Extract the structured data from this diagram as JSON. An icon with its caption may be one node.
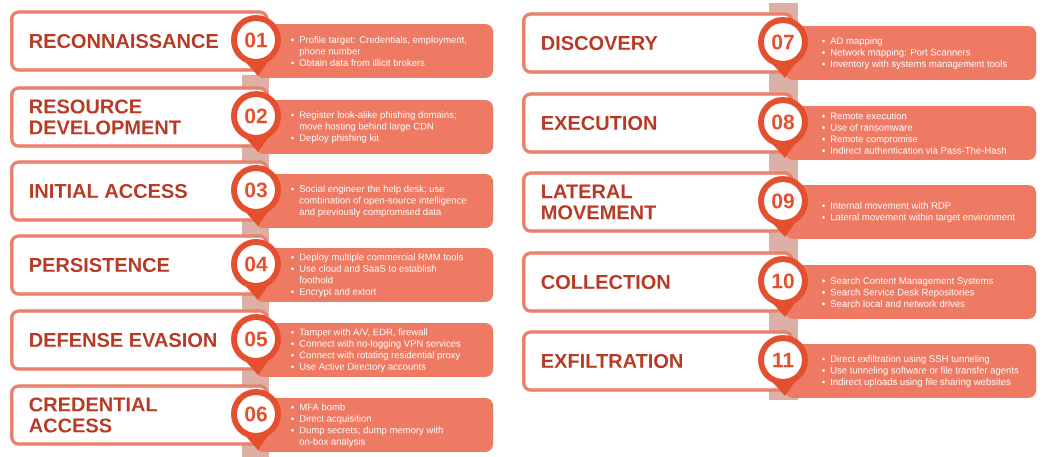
{
  "diagram": {
    "nodes": [
      {
        "text": [
          "RECONNAISSANCE"
        ]
      },
      {
        "text": [
          "01"
        ]
      },
      {
        "text": [
          "Profile target: Credentials, employment, phone number",
          "Obtain data from illicit brokers"
        ]
      },
      {
        "text": [
          "RESOURCE DEVELOPMENT"
        ]
      },
      {
        "text": [
          "02"
        ]
      },
      {
        "text": [
          "Register look-alike phishing domains; move hosting behind large CDN",
          "Deploy phishing kit"
        ]
      },
      {
        "text": [
          "INITIAL ACCESS"
        ]
      },
      {
        "text": [
          "03"
        ]
      },
      {
        "text": [
          "Social engineer the help desk; use combination of open-source intelligence and previously compromised data"
        ]
      },
      {
        "text": [
          "PERSISTENCE"
        ]
      },
      {
        "text": [
          "04"
        ]
      },
      {
        "text": [
          "Deploy multiple commercial RMM tools",
          "Use cloud and SaaS to establish foothold",
          "Encrypt and extort"
        ]
      },
      {
        "text": [
          "DEFENSE EVASION"
        ]
      },
      {
        "text": [
          "05"
        ]
      },
      {
        "text": [
          "Tamper with A/V, EDR, firewall",
          "Connect with no-logging VPN services",
          "Connect with rotating residential proxy",
          "Use Active Directory accounts"
        ]
      },
      {
        "text": [
          "CREDENTIAL ACCESS"
        ]
      },
      {
        "text": [
          "06"
        ]
      },
      {
        "text": [
          "MFA bomb",
          "Direct acquisition",
          "Dump secrets; dump memory with on-box analysis"
        ]
      },
      {
        "text": [
          "DISCOVERY"
        ]
      },
      {
        "text": [
          "07"
        ]
      },
      {
        "text": [
          "AD mapping",
          "Network mapping: Port Scanners",
          "Inventory with systems management tools"
        ]
      },
      {
        "text": [
          "EXECUTION"
        ]
      },
      {
        "text": [
          "08"
        ]
      },
      {
        "text": [
          "Remote execution",
          "Use of ransomware",
          "Remote compromise",
          "Indirect authentication via Pass-The-Hash"
        ]
      },
      {
        "text": [
          "LATERAL MOVEMENT"
        ]
      },
      {
        "text": [
          "09"
        ]
      },
      {
        "text": [
          "Internal movement with RDP",
          "Lateral movement within target environment"
        ]
      },
      {
        "text": [
          "COLLECTION"
        ]
      },
      {
        "text": [
          "10"
        ]
      },
      {
        "text": [
          "Search Content Management Systems",
          "Search Service Desk Repositories",
          "Search local and network drives"
        ]
      },
      {
        "text": [
          "EXFILTRATION"
        ]
      },
      {
        "text": [
          "11"
        ]
      },
      {
        "text": [
          "Direct exfiltration using SSH tunneling",
          "Use tunneling software or file transfer agents",
          "Indirect uploads using file sharing websites"
        ]
      }
    ]
  }
}
